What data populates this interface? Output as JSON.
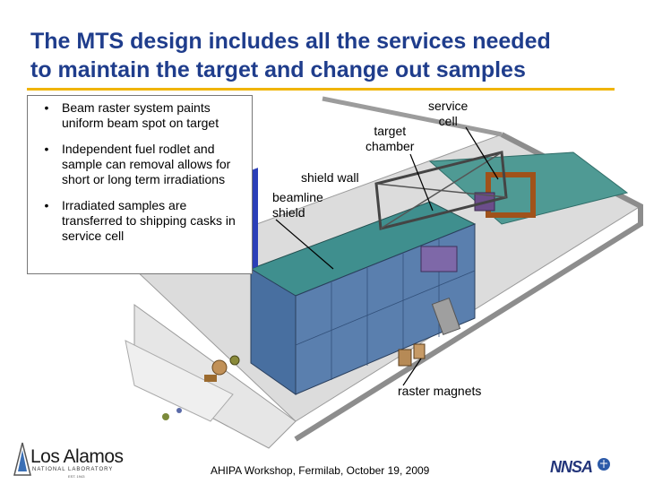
{
  "slide": {
    "title_line1": "The MTS design includes all the services needed",
    "title_line2": "to maintain the target and change out samples",
    "colors": {
      "title": "#1f3d8c",
      "rule": "#f0b400"
    }
  },
  "bullets": [
    {
      "text": "Beam raster system paints uniform beam spot on target"
    },
    {
      "text": "Independent fuel rodlet and sample can removal allows for short or long term irradiations"
    },
    {
      "text": "Irradiated samples are transferred to shipping casks in service cell"
    }
  ],
  "labels": {
    "service_cell_1": "service",
    "service_cell_2": "cell",
    "target_chamber_1": "target",
    "target_chamber_2": "chamber",
    "shield_wall": "shield wall",
    "beamline_shield_1": "beamline",
    "beamline_shield_2": "shield",
    "raster_magnets": "raster magnets"
  },
  "footer": {
    "text": "AHIPA Workshop, Fermilab, October 19, 2009"
  },
  "logos": {
    "lanl_word": "Los Alamos",
    "lanl_sub": "NATIONAL LABORATORY",
    "lanl_est": "EST. 1943",
    "nnsa_icon": "nnsa-logo-icon"
  }
}
